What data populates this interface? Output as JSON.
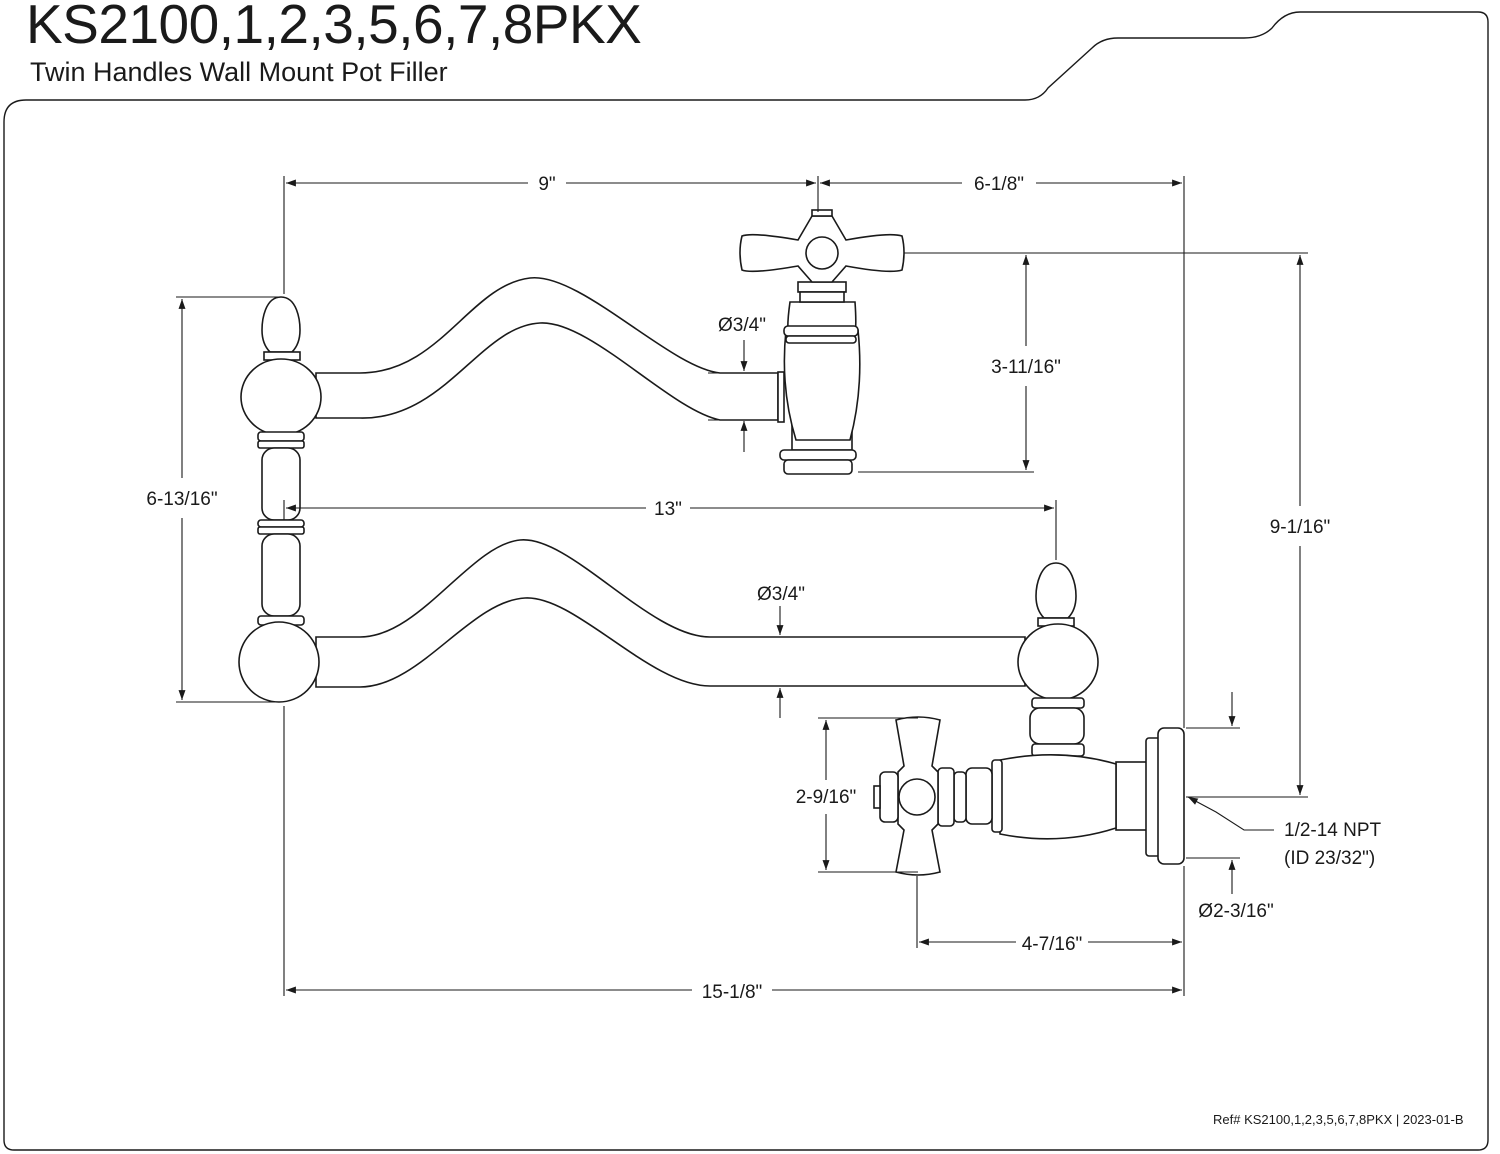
{
  "header": {
    "title": "KS2100,1,2,3,5,6,7,8PKX",
    "subtitle": "Twin Handles Wall Mount Pot Filler"
  },
  "dimensions": {
    "top_left_width": "9\"",
    "top_right_width": "6-1/8\"",
    "upper_pipe_diameter": "Ø3/4\"",
    "handle_height": "3-11/16\"",
    "overall_height_right": "9-1/16\"",
    "arm_height_left": "6-13/16\"",
    "spout_length": "13\"",
    "lower_pipe_diameter": "Ø3/4\"",
    "lower_handle_height": "2-9/16\"",
    "wall_projection": "4-7/16\"",
    "overall_length": "15-1/8\"",
    "connection_thread": "1/2-14 NPT",
    "connection_id": "(ID 23/32\")",
    "flange_diameter": "Ø2-3/16\""
  },
  "footer": {
    "reference": "Ref# KS2100,1,2,3,5,6,7,8PKX | 2023-01-B"
  }
}
